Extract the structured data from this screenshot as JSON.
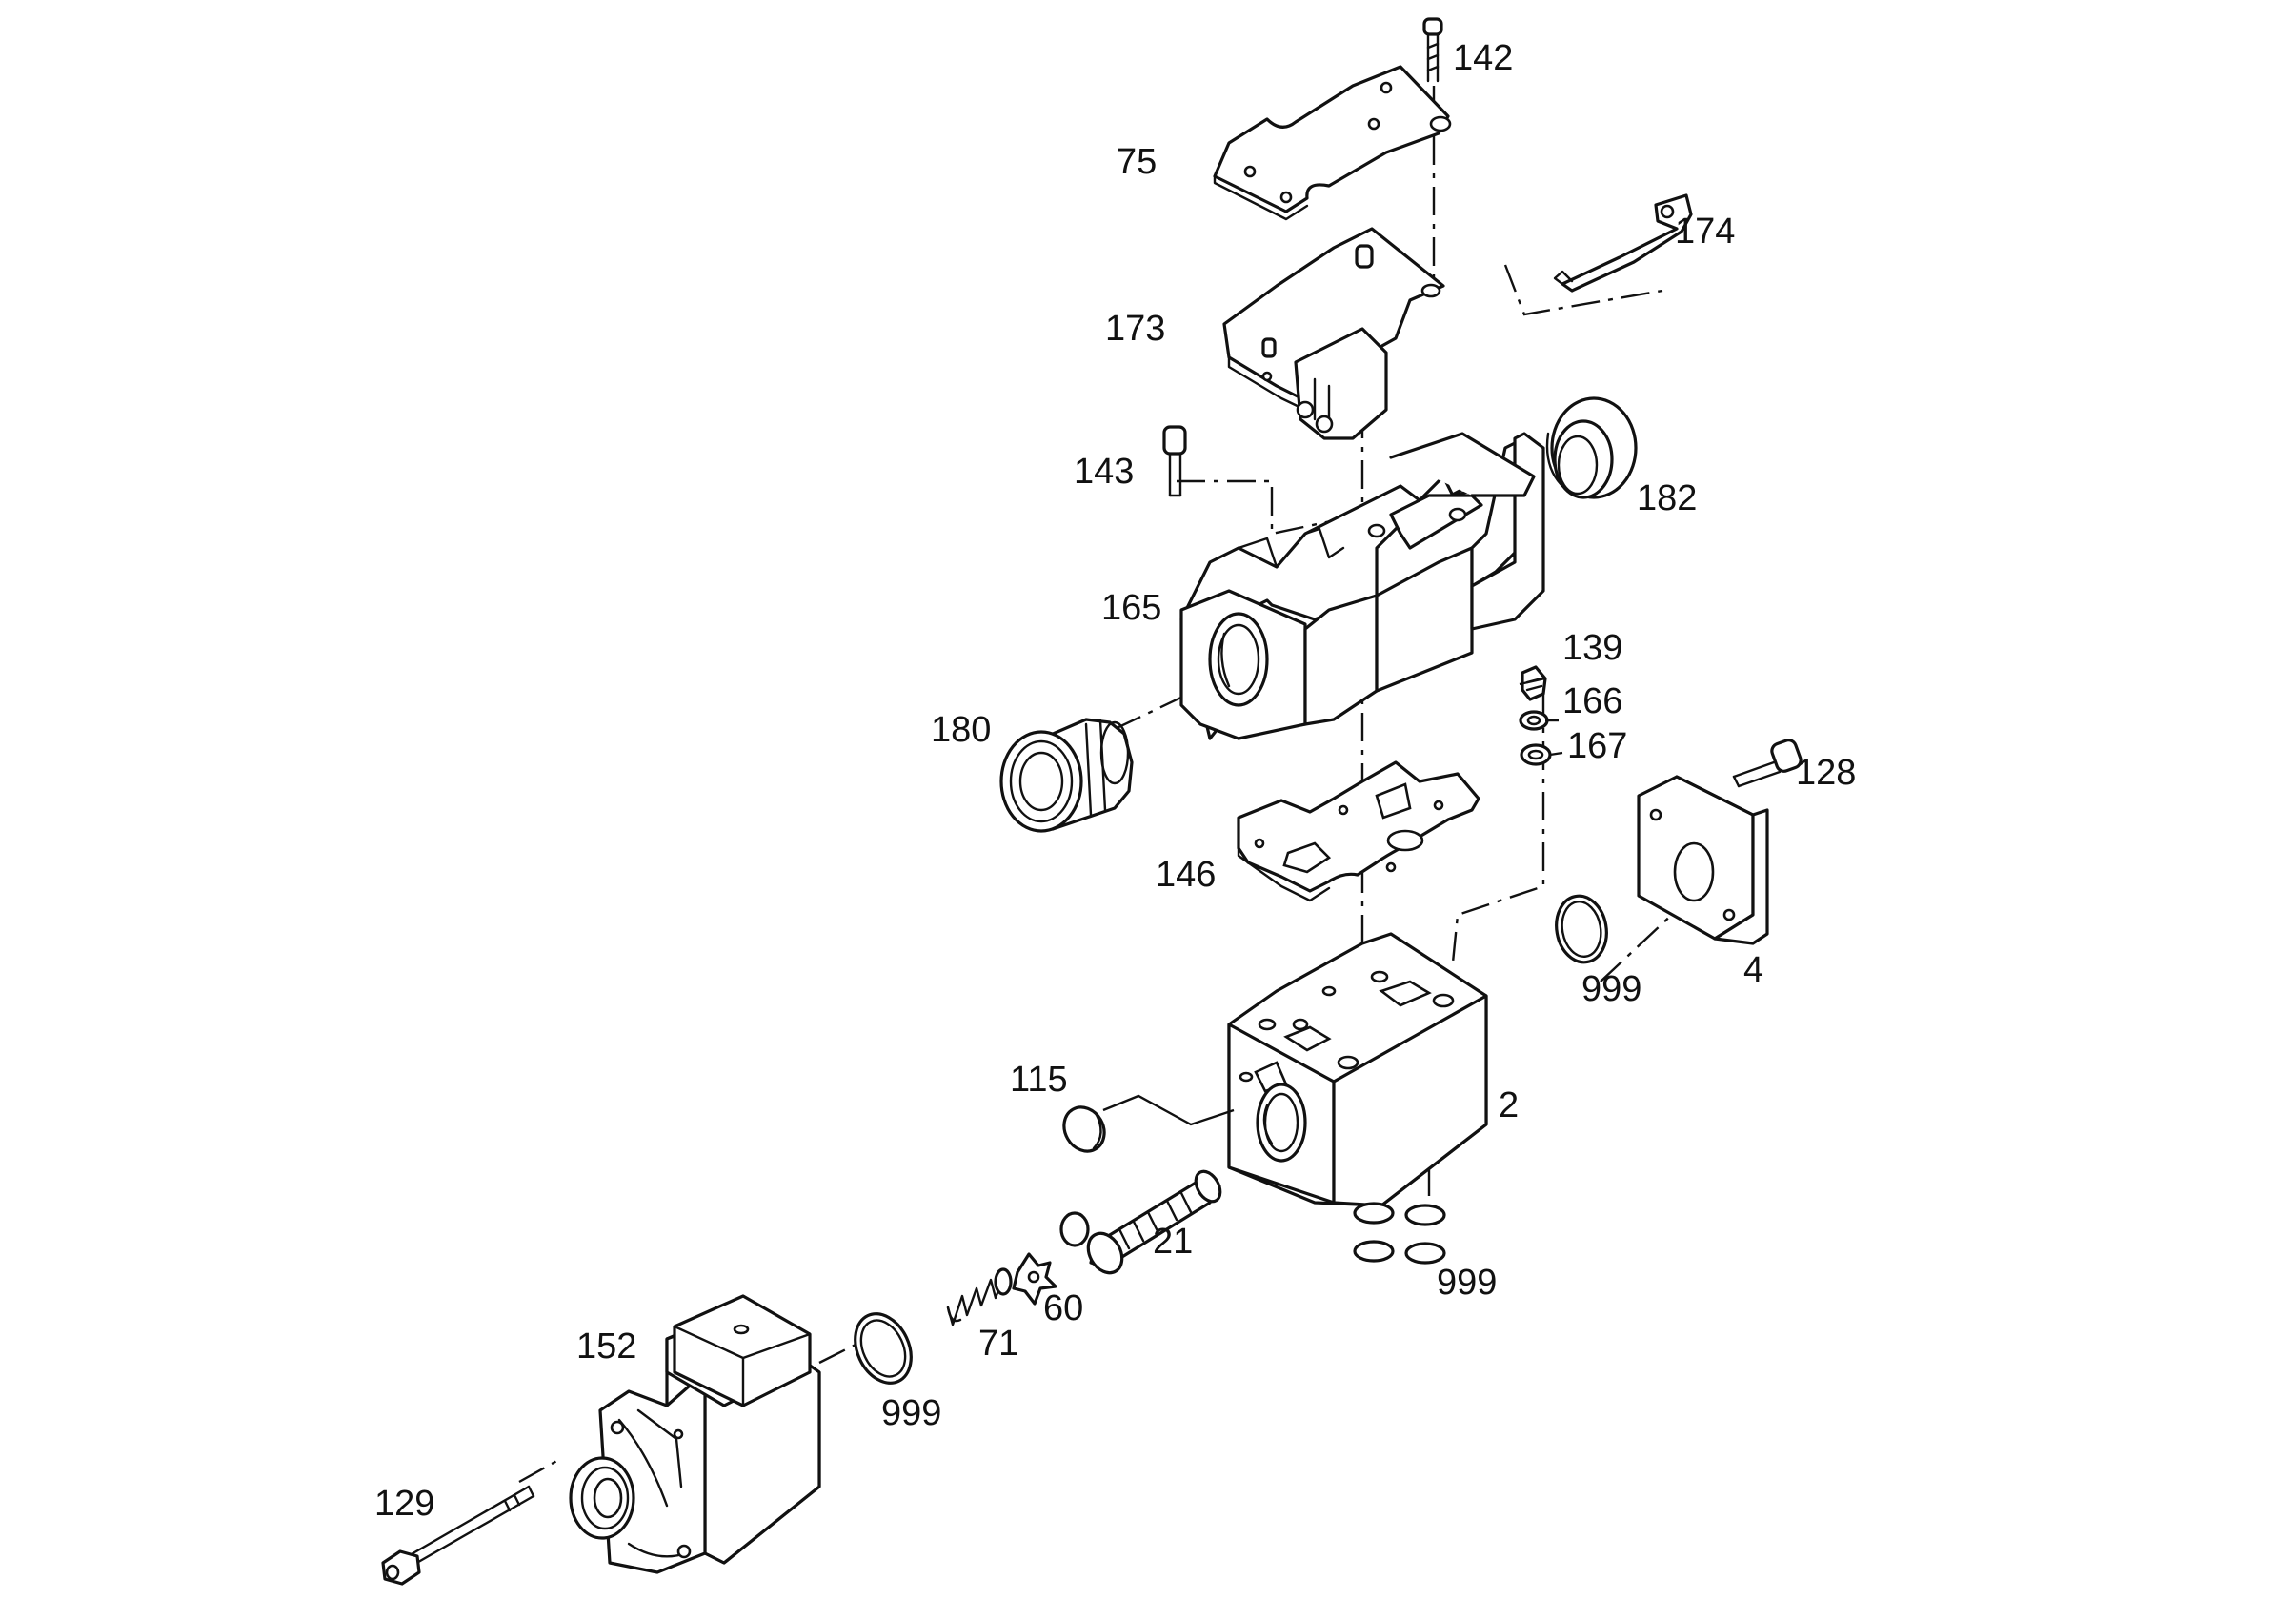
{
  "diagram": {
    "type": "exploded-parts-view",
    "callouts": {
      "c142": "142",
      "c75": "75",
      "c174": "174",
      "c173": "173",
      "c143": "143",
      "c182": "182",
      "c165": "165",
      "c139": "139",
      "c166": "166",
      "c167": "167",
      "c180": "180",
      "c128": "128",
      "c146": "146",
      "c4": "4",
      "c999_right": "999",
      "c115": "115",
      "c2": "2",
      "c21": "21",
      "c999_bottom": "999",
      "c60": "60",
      "c71": "71",
      "c152": "152",
      "c999_coil": "999",
      "c129": "129"
    }
  }
}
